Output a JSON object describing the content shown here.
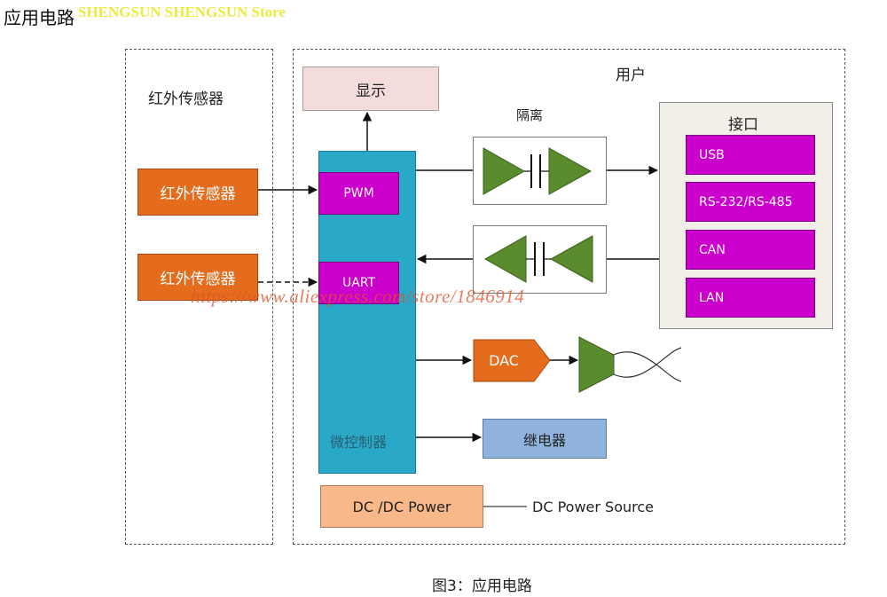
{
  "header": {
    "title": "应用电路",
    "watermark": "SHENGSUN SHENGSUN Store"
  },
  "left_panel": {
    "label": "红外传感器",
    "sensor1": "红外传感器",
    "sensor2": "红外传感器"
  },
  "user_panel": {
    "label": "用户",
    "display": "显示",
    "isolation": "隔离",
    "mcu": {
      "label": "微控制器",
      "pwm": "PWM",
      "uart": "UART"
    },
    "dac": "DAC",
    "relay": "继电器",
    "power": "DC /DC Power",
    "power_source": "DC Power Source"
  },
  "interface": {
    "label": "接口",
    "ports": [
      "USB",
      "RS-232/RS-485",
      "CAN",
      "LAN"
    ]
  },
  "watermark_url": "https://www.aliexpress.com/store/1846914",
  "caption": "图3：应用电路",
  "colors": {
    "sensor": "#e46c1c",
    "mcu": "#2aa8c8",
    "port": "#cc00cc",
    "display": "#f5dcdc",
    "isolation_triangle": "#5a8c2e",
    "relay": "#8fb3dc",
    "power": "#f8b88a",
    "interface_bg": "#f2eee8"
  }
}
